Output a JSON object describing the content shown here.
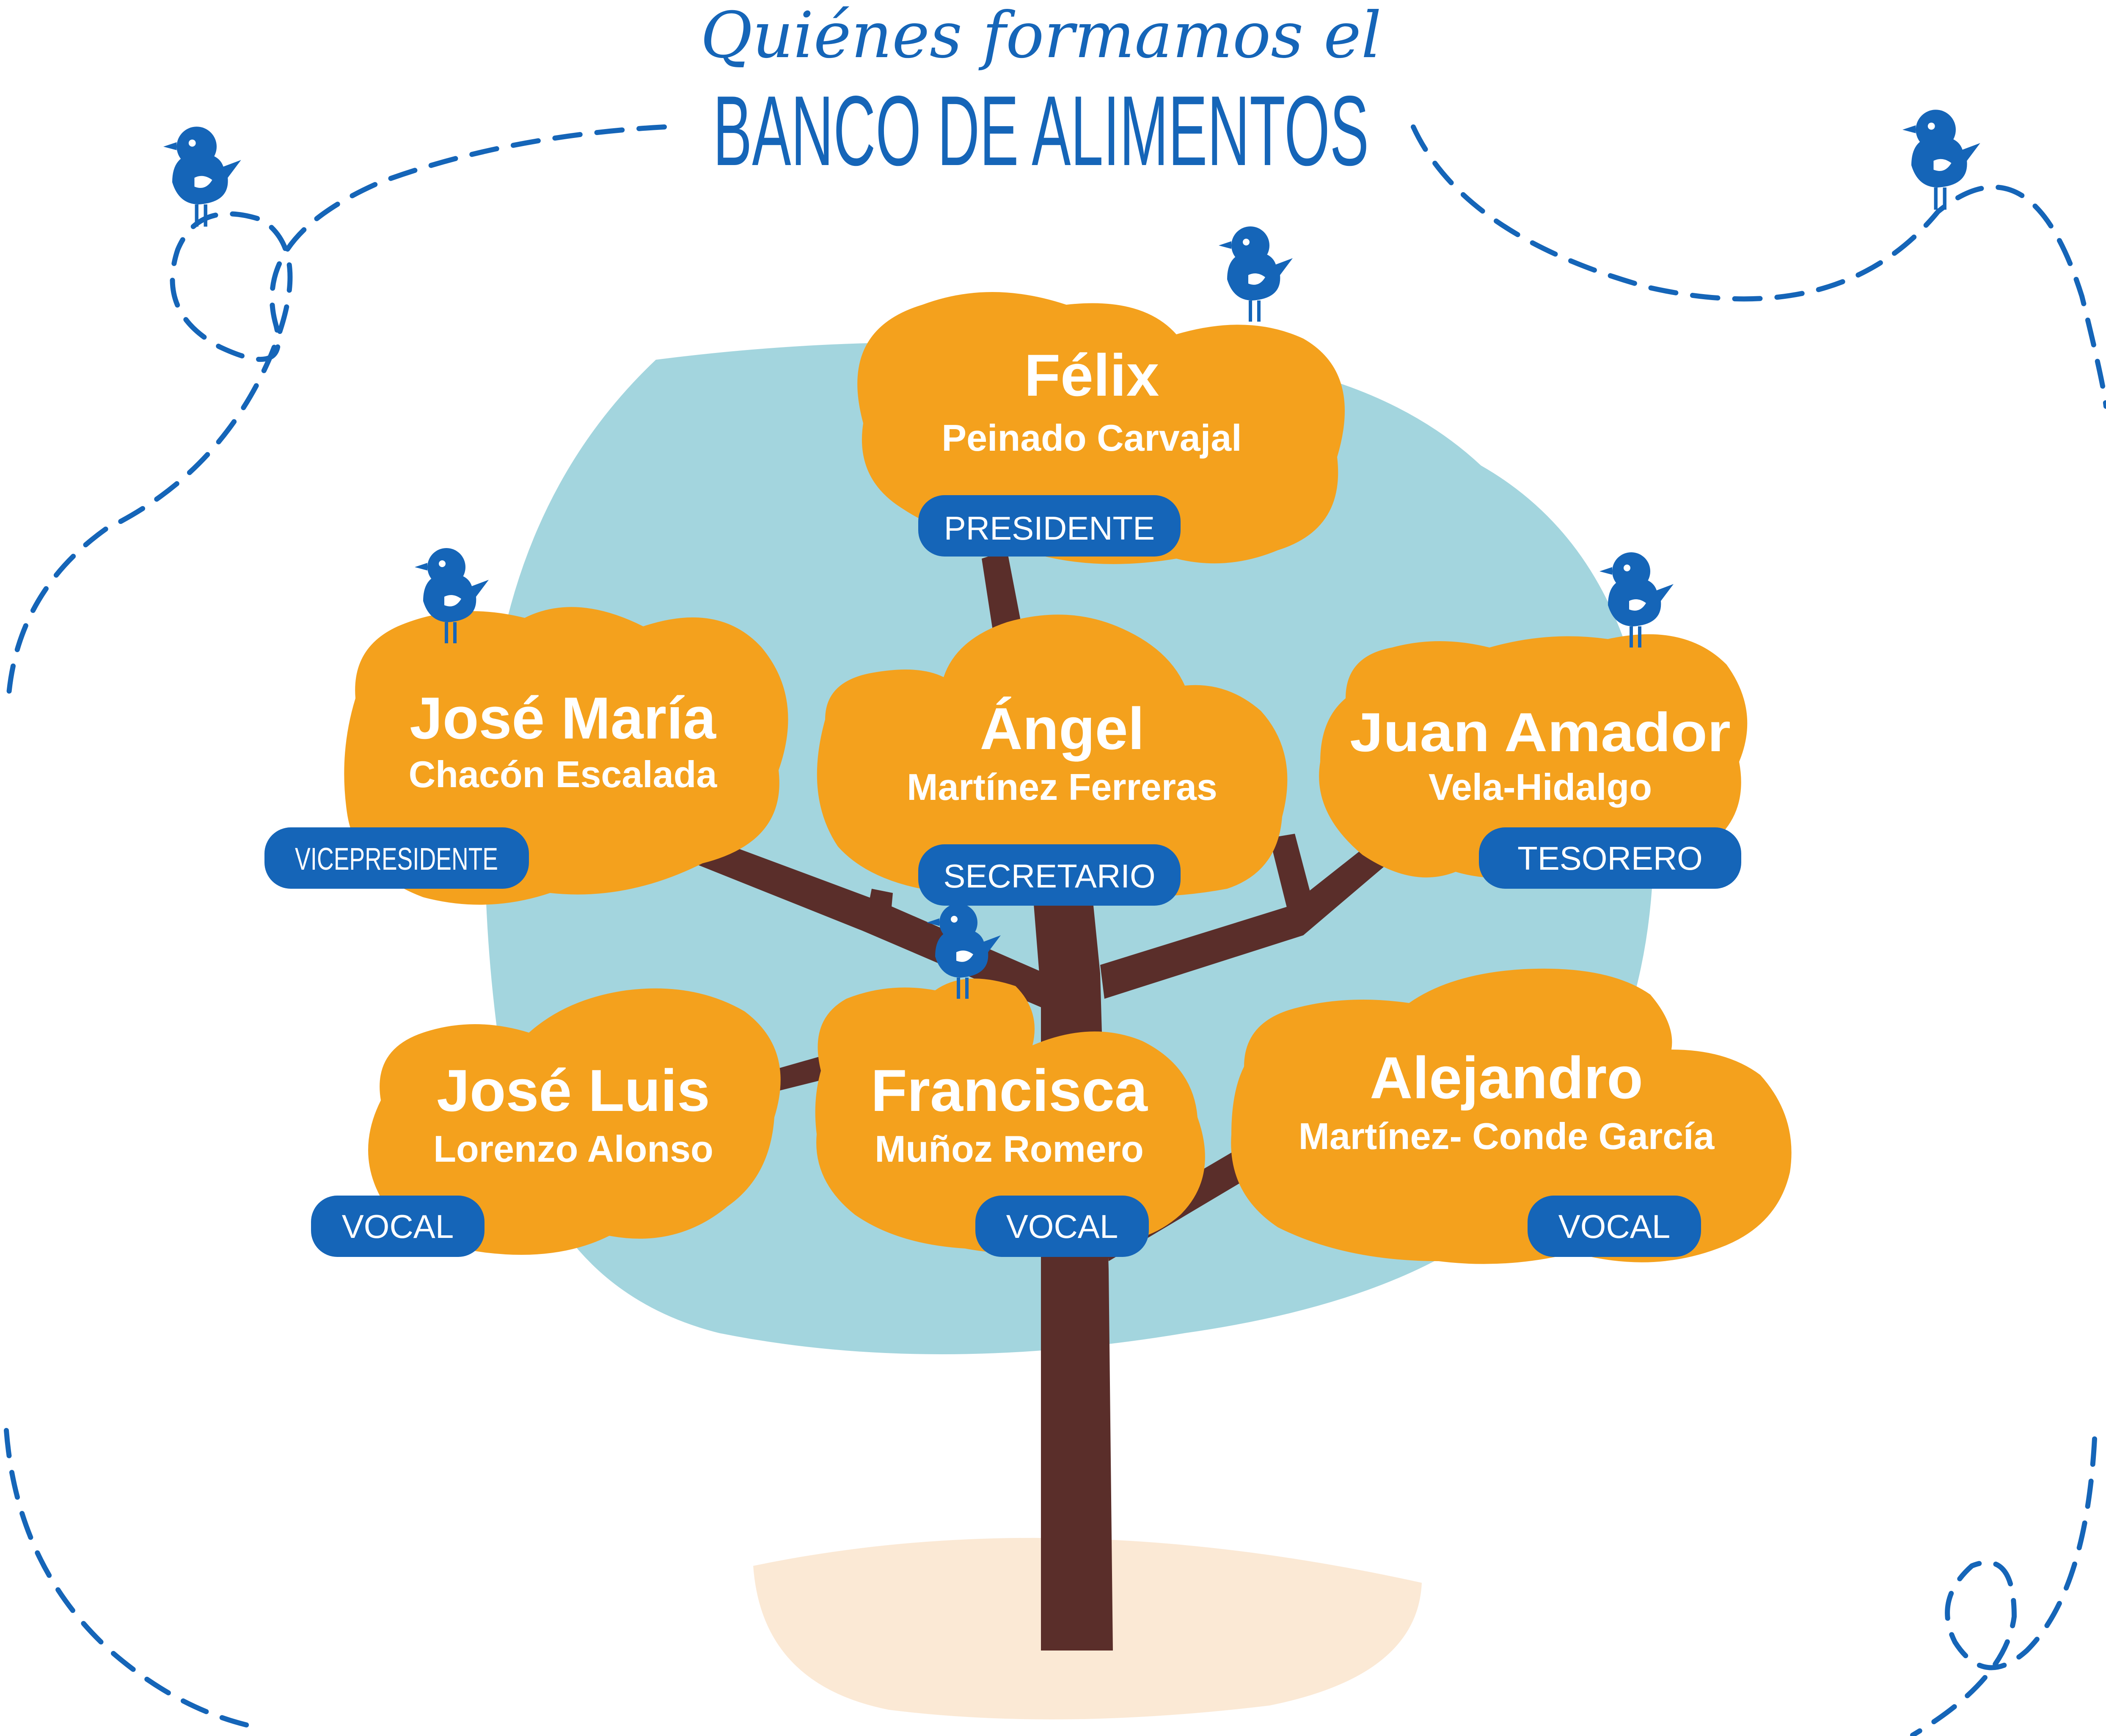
{
  "title": {
    "script_line": "Quiénes formamos el",
    "main_line": "BANCO DE ALIMENTOS"
  },
  "colors": {
    "blue": "#1565b8",
    "orange": "#f4a11d",
    "sky": "#a3d5de",
    "trunk": "#5a2e2a",
    "ground": "#fbe9d5"
  },
  "members": [
    {
      "first": "Félix",
      "last": "Peinado Carvajal",
      "role": "PRESIDENTE"
    },
    {
      "first": "José María",
      "last": "Chacón Escalada",
      "role": "VICEPRESIDENTE"
    },
    {
      "first": "Ángel",
      "last": "Martínez Ferreras",
      "role": "SECRETARIO"
    },
    {
      "first": "Juan Amador",
      "last": "Vela-Hidalgo",
      "role": "TESORERO"
    },
    {
      "first": "José Luis",
      "last": "Lorenzo Alonso",
      "role": "VOCAL"
    },
    {
      "first": "Francisca",
      "last": "Muñoz Romero",
      "role": "VOCAL"
    },
    {
      "first": "Alejandro",
      "last": "Martínez- Conde García",
      "role": "VOCAL"
    }
  ]
}
